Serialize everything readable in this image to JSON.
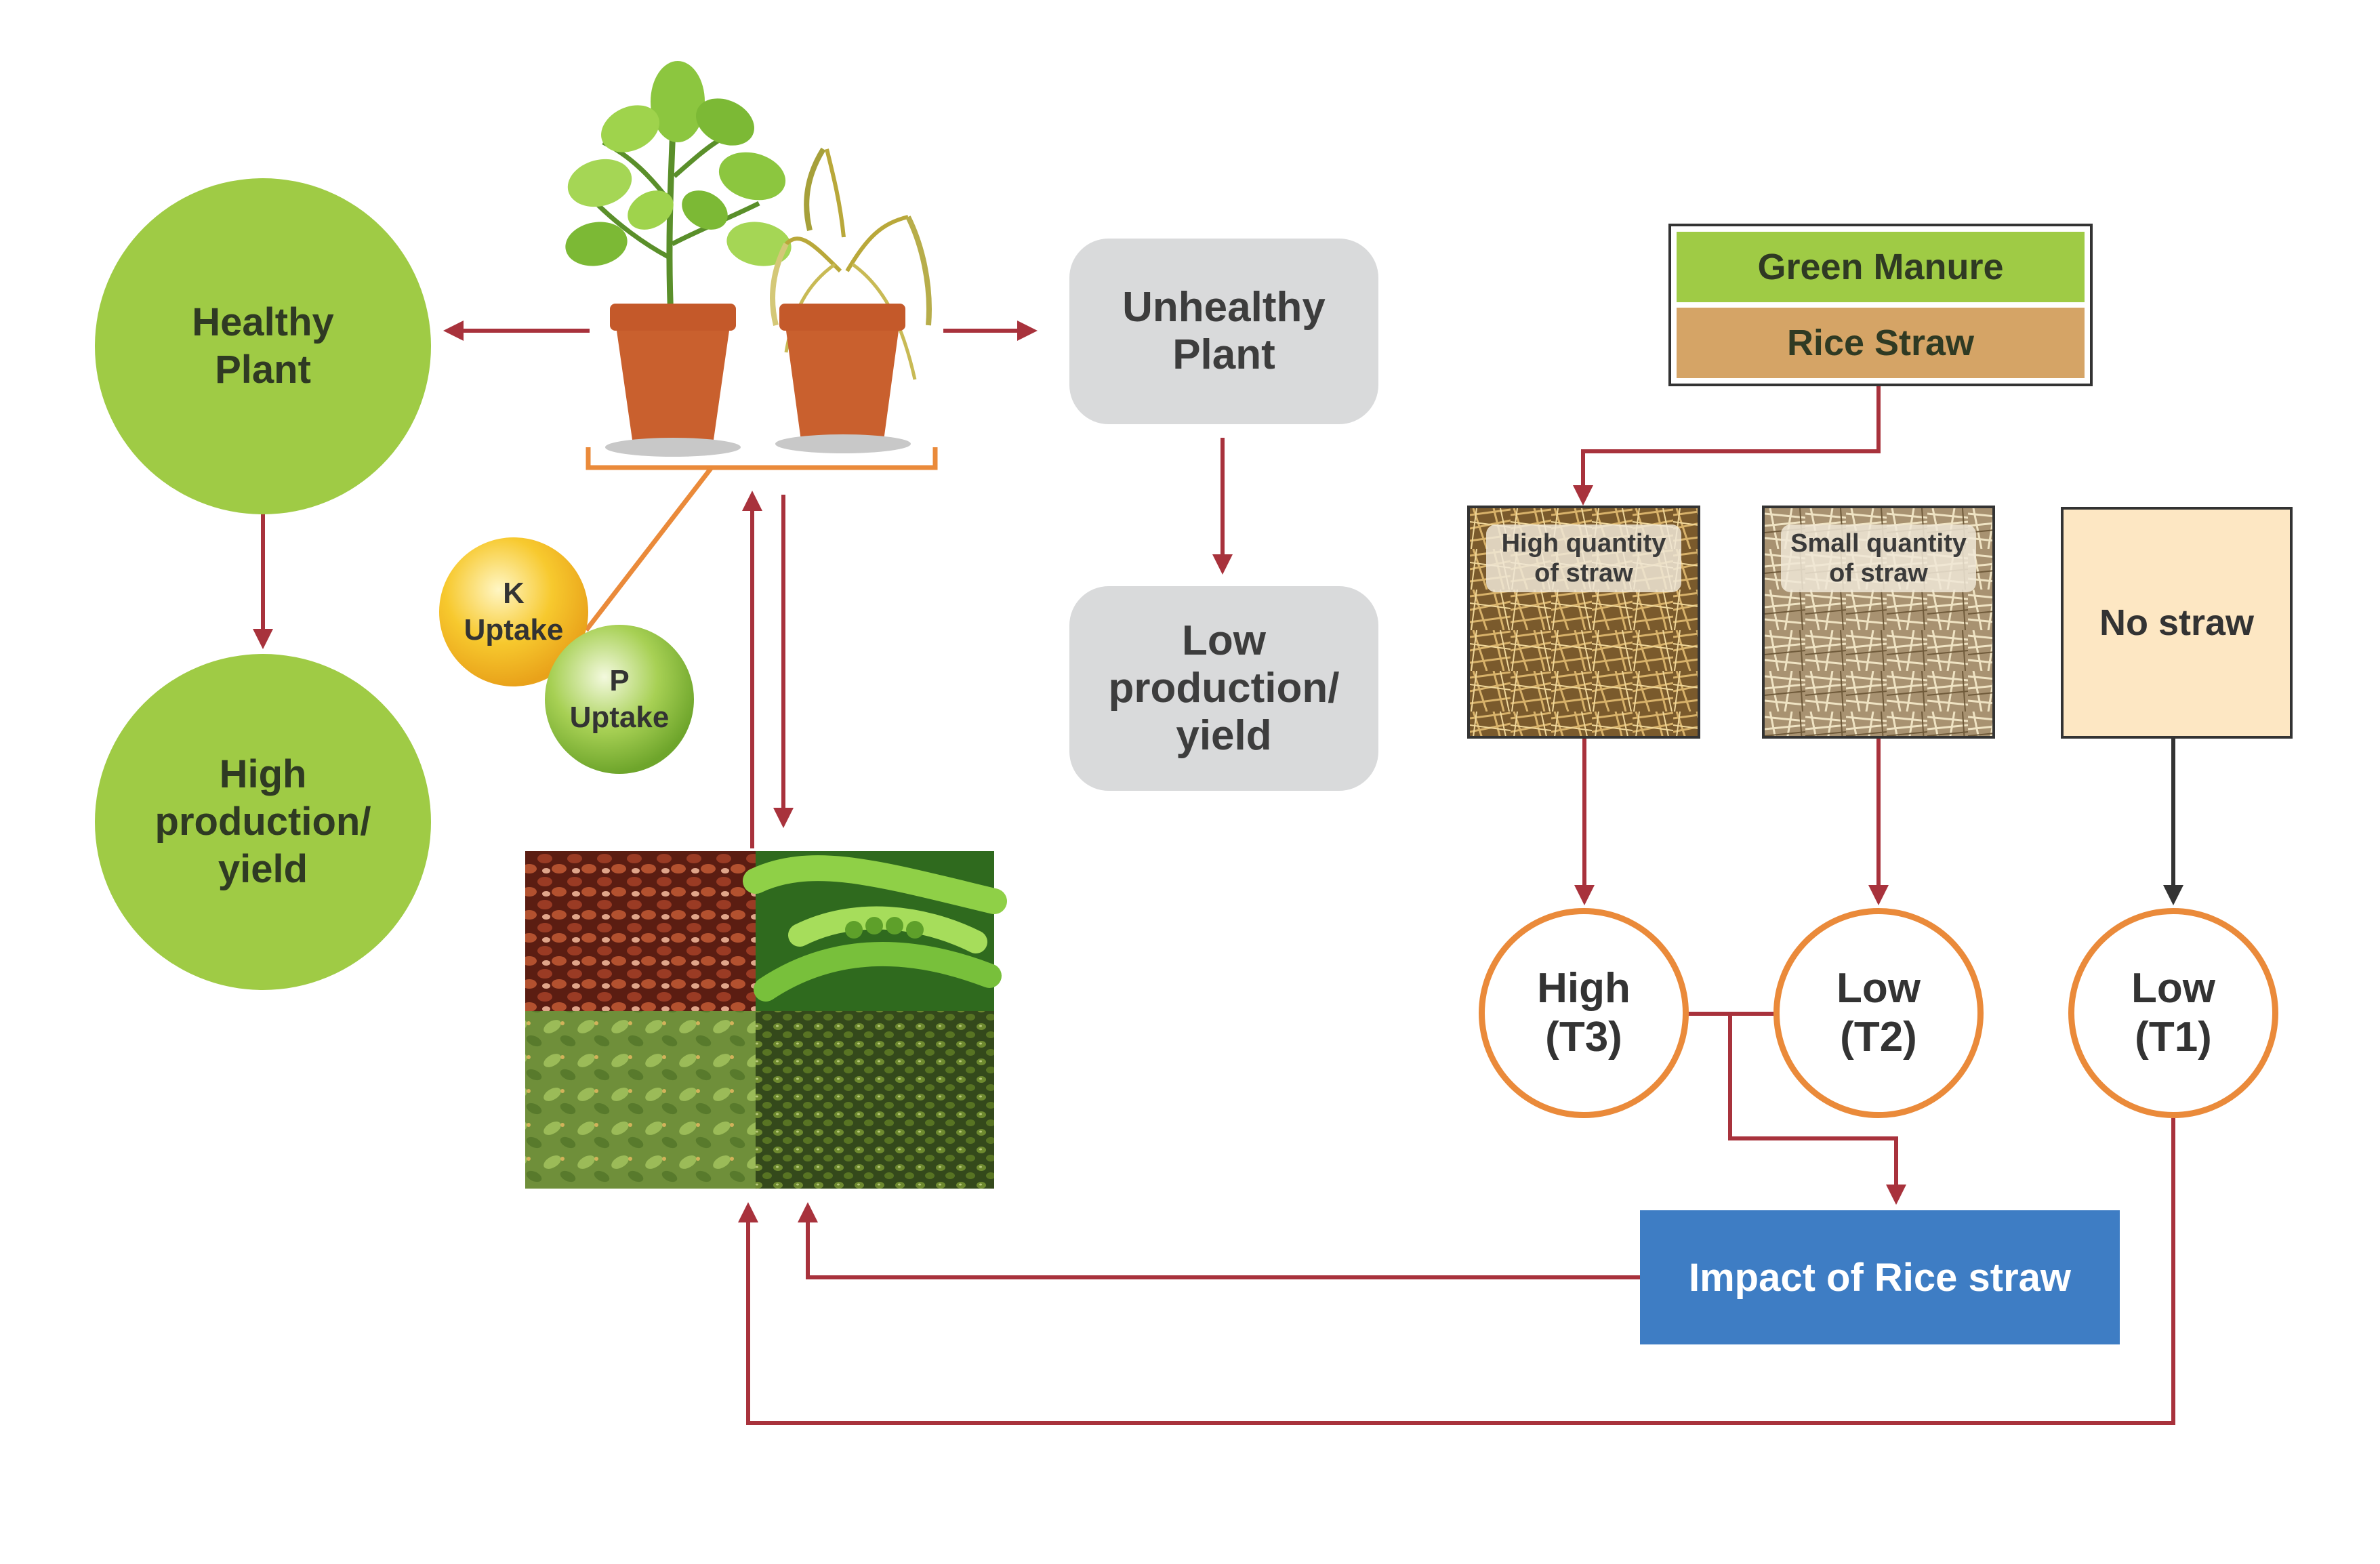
{
  "nodes": {
    "healthy_plant": "Healthy Plant",
    "high_production": "High production/ yield",
    "unhealthy_plant": "Unhealthy Plant",
    "low_production": "Low production/ yield",
    "k_uptake": "K Uptake",
    "p_uptake": "P Uptake",
    "impact": "Impact of Rice straw"
  },
  "legend": {
    "green_manure": "Green Manure",
    "rice_straw": "Rice Straw"
  },
  "straw_panels": {
    "high_quantity": "High quantity of straw",
    "small_quantity": "Small quantity of straw",
    "no_straw": "No straw"
  },
  "treatments": {
    "t3": "High (T3)",
    "t2": "Low (T2)",
    "t1": "Low (T1)"
  },
  "colors": {
    "green": "#9fcb45",
    "arrow_red": "#a8323c",
    "orange": "#ea8a3a",
    "blue": "#3e7dc4",
    "gray": "#d9dadb",
    "straw_tan": "#d5a466",
    "no_straw_fill": "#fde7c3"
  }
}
